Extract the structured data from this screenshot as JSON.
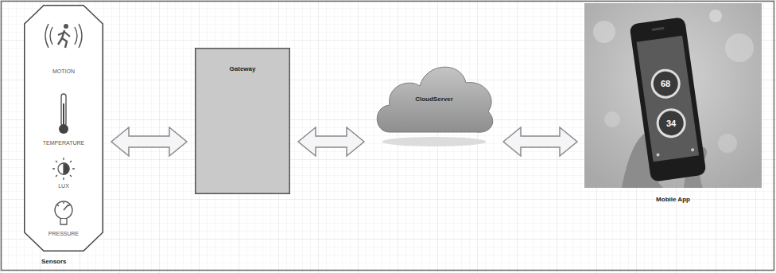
{
  "diagram": {
    "nodes": [
      {
        "text": [
          "MOTION",
          "TEMPERATURE",
          "LUX",
          "PRESSURE",
          "Sensors"
        ]
      },
      {
        "text": [
          "Gateway"
        ]
      },
      {
        "text": [
          "CloudServer"
        ]
      },
      {
        "text": [
          "Mobile App"
        ]
      }
    ],
    "edges": [
      {
        "from": 0,
        "to": 1,
        "arrow": "both"
      },
      {
        "from": 1,
        "to": 2,
        "arrow": "both"
      },
      {
        "from": 2,
        "to": 3,
        "arrow": "both"
      }
    ],
    "labels": [
      "68",
      "34"
    ]
  }
}
